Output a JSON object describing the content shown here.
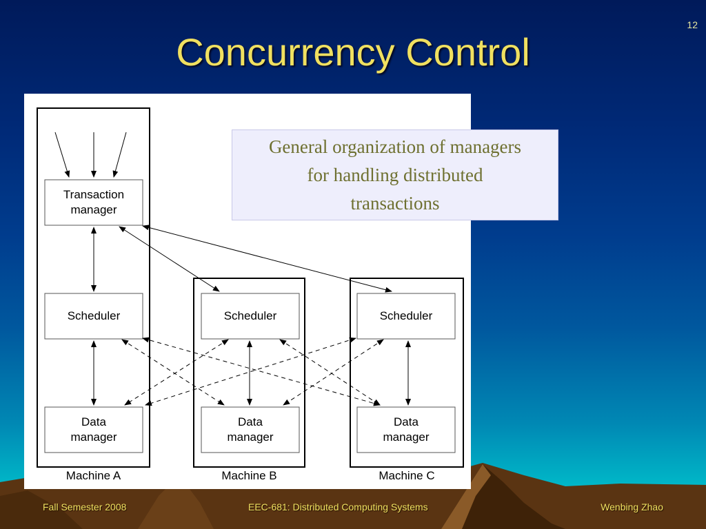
{
  "slide": {
    "number": "12",
    "title": "Concurrency Control"
  },
  "diagram": {
    "components": {
      "transaction_manager": "Transaction manager",
      "scheduler": "Scheduler",
      "data_manager": "Data manager"
    },
    "machines": [
      {
        "name": "Machine A"
      },
      {
        "name": "Machine B"
      },
      {
        "name": "Machine C"
      }
    ],
    "caption": "General organization of managers for handling distributed transactions"
  },
  "footer": {
    "left": "Fall Semester 2008",
    "center": "EEC-681: Distributed Computing Systems",
    "right": "Wenbing Zhao"
  },
  "colors": {
    "title": "#f0e060",
    "caption_text": "#6e7030",
    "caption_bg": "#eeeefc",
    "footer_text": "#f0e060"
  }
}
